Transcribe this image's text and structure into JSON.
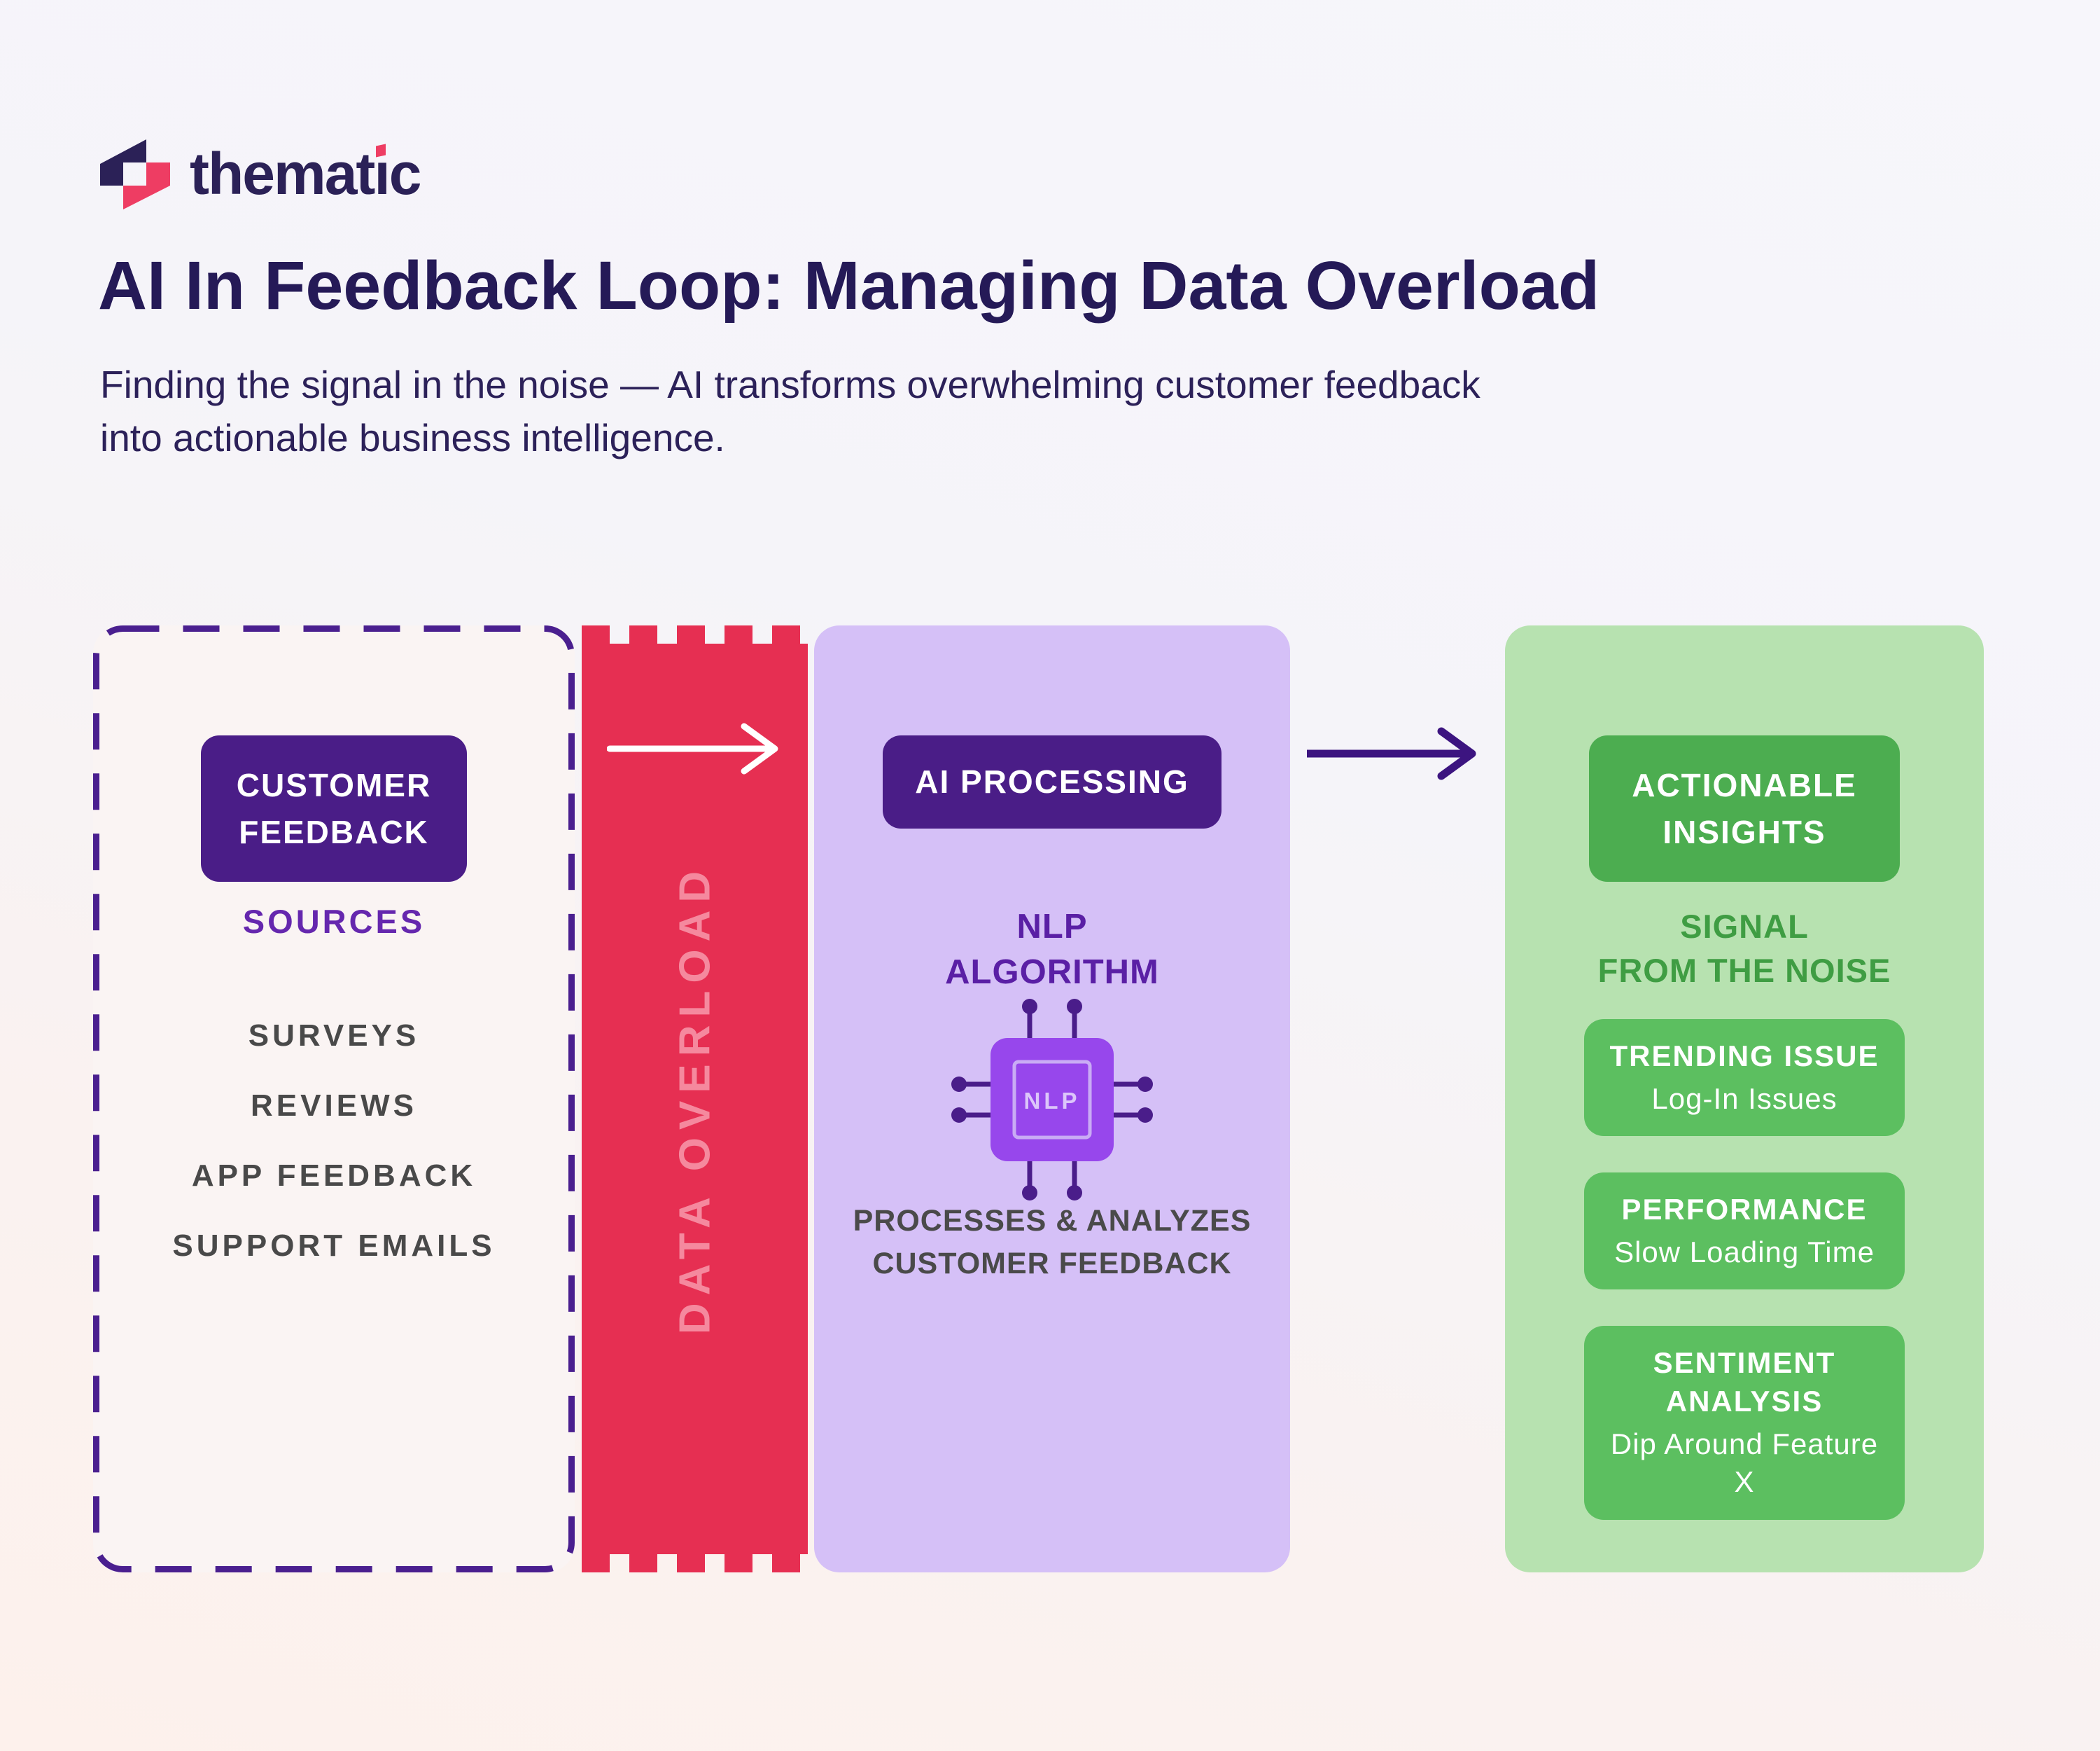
{
  "brand": {
    "name": "thematic"
  },
  "header": {
    "title": "AI In Feedback Loop: Managing Data Overload",
    "subtitle_line1": "Finding the signal in the noise — AI transforms overwhelming customer feedback",
    "subtitle_line2": "into actionable business intelligence."
  },
  "colors": {
    "brand_navy": "#2b2157",
    "brand_pink": "#ee3d63",
    "badge_purple": "#4a1d87",
    "panel_cream": "#faf4f3",
    "panel_lavender": "#d5c0f7",
    "panel_green": "#b7e2b0",
    "band_red": "#e62f52",
    "band_label_pink": "#f5899e",
    "chip_purple": "#9747ec",
    "green_badge": "#4cad50",
    "green_card": "#5cbf60",
    "signal_green": "#3f9d43"
  },
  "feedback_panel": {
    "badge_label": "CUSTOMER FEEDBACK",
    "section_label": "SOURCES",
    "sources": [
      "SURVEYS",
      "REVIEWS",
      "APP FEEDBACK",
      "SUPPORT EMAILS"
    ]
  },
  "overload_band": {
    "label": "DATA OVERLOAD"
  },
  "processing_panel": {
    "badge_label": "AI PROCESSING",
    "algorithm_line1": "NLP",
    "algorithm_line2": "ALGORITHM",
    "chip_label": "NLP",
    "description_line1": "PROCESSES & ANALYZES",
    "description_line2": "CUSTOMER FEEDBACK"
  },
  "insights_panel": {
    "badge_label": "ACTIONABLE INSIGHTS",
    "signal_line1": "SIGNAL",
    "signal_line2": "FROM THE NOISE",
    "cards": [
      {
        "title": "TRENDING ISSUE",
        "subtitle": "Log-In Issues"
      },
      {
        "title": "PERFORMANCE",
        "subtitle": "Slow Loading Time"
      },
      {
        "title": "SENTIMENT ANALYSIS",
        "subtitle": "Dip Around Feature X"
      }
    ]
  }
}
